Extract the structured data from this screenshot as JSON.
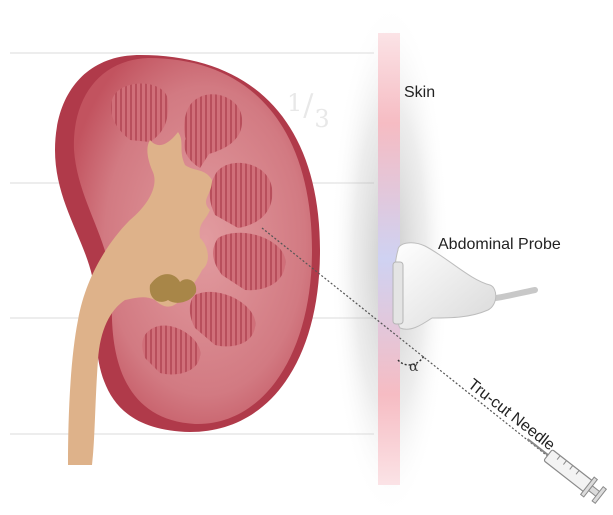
{
  "labels": {
    "skin": "Skin",
    "abdominal_probe": "Abdominal Probe",
    "needle": "Tru-cut Needle",
    "angle": "α",
    "fraction_numerator": "1",
    "fraction_denominator": "3"
  },
  "colors": {
    "kidney_cortex": "#c7606b",
    "kidney_medulla": "#d98b8f",
    "kidney_capsule": "#b13c4d",
    "pyramid": "#c86672",
    "renal_pelvis": "#e0b68e",
    "ureter": "#d9a97c",
    "skin_band": "#f7c7cc",
    "probe": "#f0f0f0",
    "needle_path": "#555555"
  }
}
